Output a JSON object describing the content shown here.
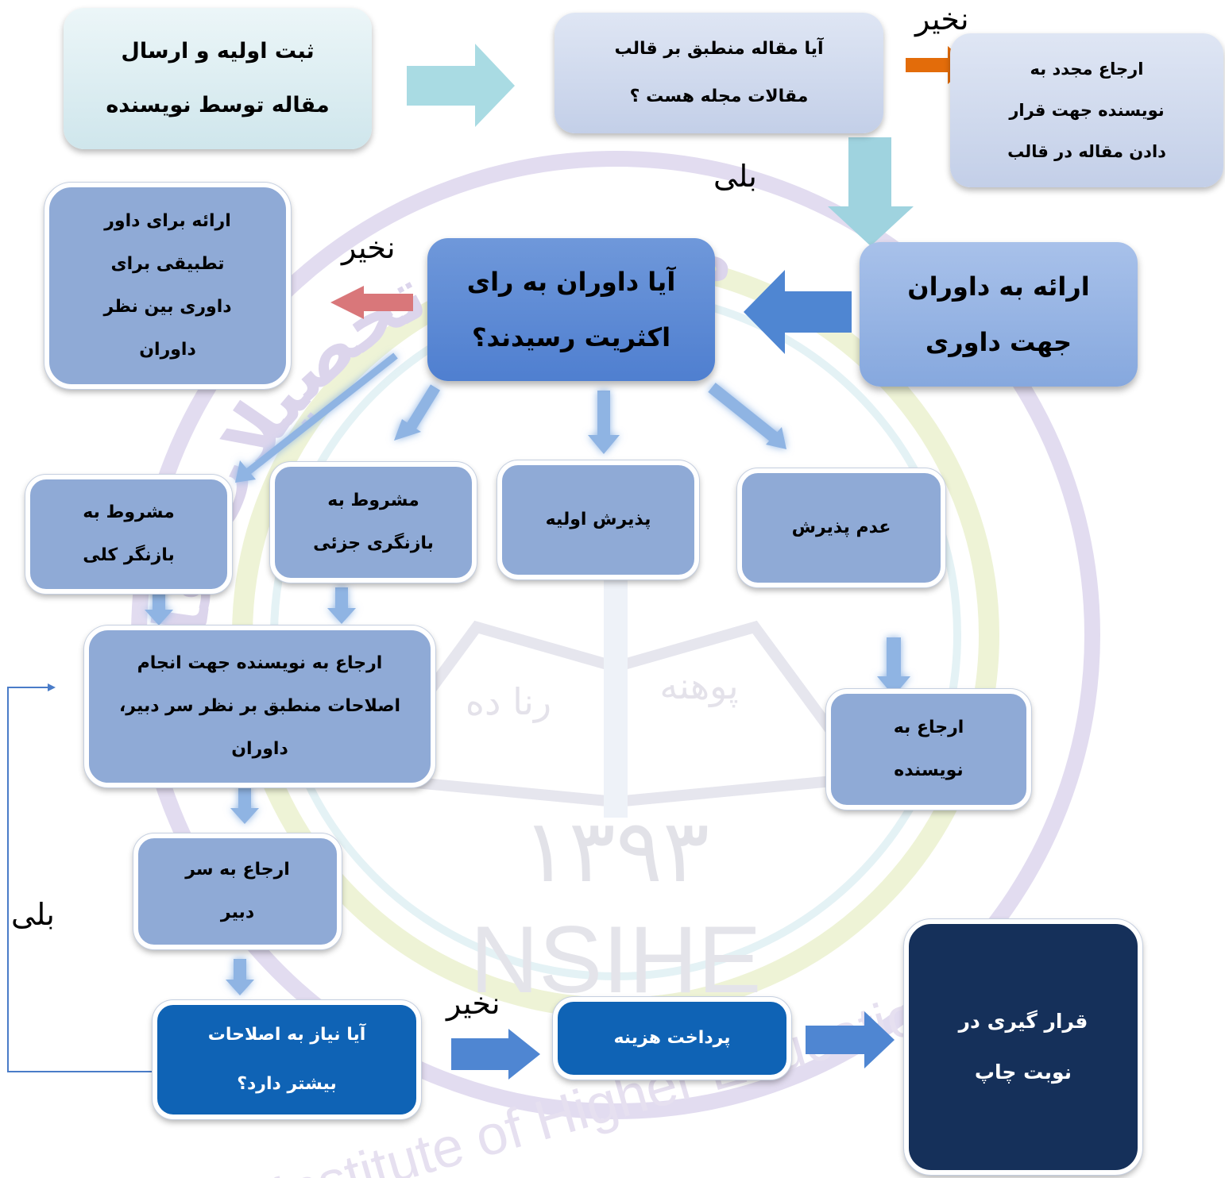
{
  "watermark": {
    "year": "۱۳۹۳",
    "acronym": "NSIHE",
    "english": "Institute of Higher Education",
    "arabic_arc": "موسسه تحصیلات عالی",
    "center_left": "رنا ده",
    "center_right": "پوهنه"
  },
  "nodes": {
    "submit": "ثبت اولیه و ارسال\nمقاله توسط نویسنده",
    "format_check": "آیا مقاله منطبق بر قالب\nمقالات مجله هست ؟",
    "return_format": "ارجاع مجدد به\nنویسنده جهت قرار\nدادن مقاله در قالب",
    "referee": "ارائه به داوران\nجهت داوری",
    "majority": "آیا داوران به رای\nاکثریت رسیدند؟",
    "third_referee": "ارائه برای داور\nتطبیقی برای\nداوری بین نظر\nداوران",
    "major_revision": "مشروط به\nبازنگر کلی",
    "minor_revision": "مشروط به\nبازنگری جزئی",
    "initial_accept": "پذیرش اولیه",
    "reject": "عدم پذیرش",
    "revisions": "ارجاع به نویسنده جهت انجام\nاصلاحات منطبق بر نظر سر دبیر،\nداوران",
    "return_author": "ارجاع به\nنویسنده",
    "to_editor": "ارجاع به سر\nدبیر",
    "more_revisions": "آیا نیاز به اصلاحات\nبیشتر دارد؟",
    "payment": "پرداخت هزینه",
    "publish_queue": "قرار گیری در\nنوبت چاپ"
  },
  "labels": {
    "no_top": "نخیر",
    "yes_top": "بلی",
    "no_mid": "نخیر",
    "yes_left": "بلی",
    "no_bottom": "نخیر"
  },
  "colors": {
    "big_arrow": "#4f86d2",
    "light_arrow": "#a6d9e1",
    "orange_arrow": "#e36c0a",
    "red_arrow": "#d9777a",
    "small_arrow": "#8fb4e3",
    "glow": "#d8ee9a",
    "loop_line": "#4a7cc8"
  }
}
